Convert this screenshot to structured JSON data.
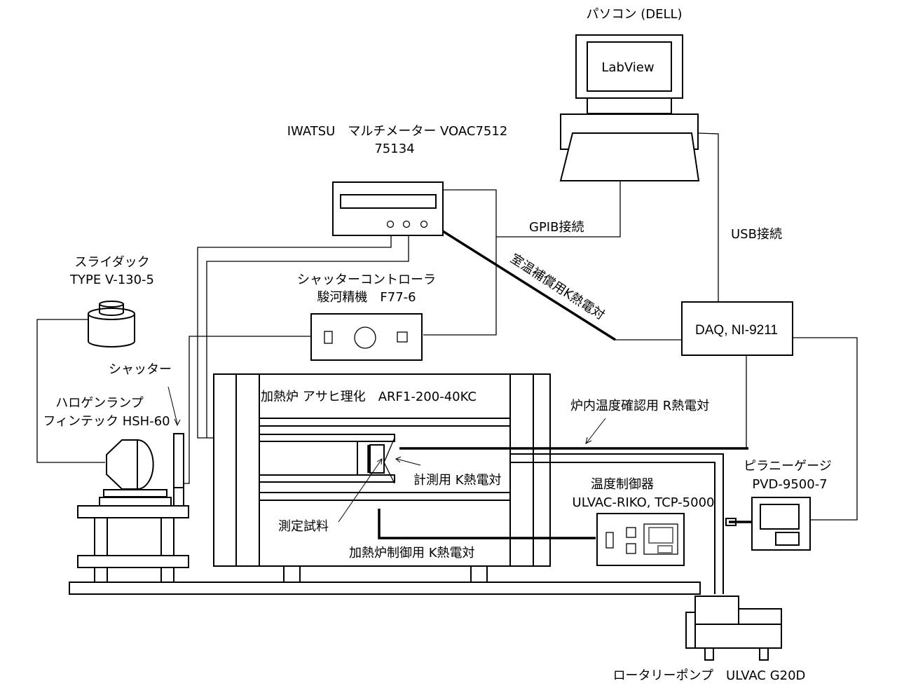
{
  "diagram": {
    "pc": {
      "title": "パソコン (DELL)",
      "screen_text": "LabView"
    },
    "multimeter": {
      "title_line1": "IWATSU　マルチメーター VOAC7512",
      "title_line2": "75134"
    },
    "connections": {
      "gpib": "GPIB接続",
      "usb": "USB接続",
      "room_temp_tc": "室温補償用K熱電対"
    },
    "daq": {
      "label": "DAQ, NI-9211"
    },
    "slidac": {
      "title_line1": "スライダック",
      "title_line2": "TYPE V-130-5"
    },
    "shutter_controller": {
      "title_line1": "シャッターコントローラ",
      "title_line2": "駿河精機　F77-6"
    },
    "shutter": {
      "label": "シャッター"
    },
    "halogen_lamp": {
      "title_line1": "ハロゲンランプ",
      "title_line2": "フィンテック HSH-60"
    },
    "furnace": {
      "label": "加熱炉 アサヒ理化　ARF1-200-40KC",
      "measurement_tc": "計測用 K熱電対",
      "sample": "測定試料",
      "control_tc": "加熱炉制御用 K熱電対",
      "internal_tc": "炉内温度確認用 R熱電対"
    },
    "temp_controller": {
      "title_line1": "温度制御器",
      "title_line2": "ULVAC-RIKO, TCP-5000"
    },
    "pirani_gauge": {
      "title_line1": "ピラニーゲージ",
      "title_line2": "PVD-9500-7"
    },
    "rotary_pump": {
      "label": "ロータリーポンプ　ULVAC G20D"
    }
  }
}
